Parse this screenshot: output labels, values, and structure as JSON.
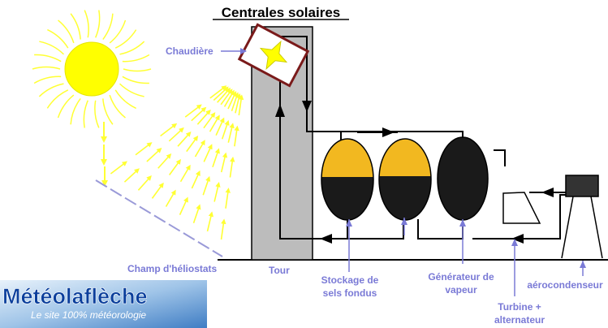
{
  "title": "Centrales solaires",
  "labels": {
    "boiler": "Chaudière",
    "heliostat_field": "Champ d'héliostats",
    "tower": "Tour",
    "storage_line1": "Stockage de",
    "storage_line2": "sels fondus",
    "steam_gen_line1": "Générateur de",
    "steam_gen_line2": "vapeur",
    "turbine_line1": "Turbine +",
    "turbine_line2": "alternateur",
    "aircondenser": "aérocondenseur"
  },
  "logo": {
    "name": "Météolaflèche",
    "tagline": "Le site 100% météorologie"
  },
  "colors": {
    "sun": "#ffff00",
    "rays": "#ffff33",
    "salt": "#f2b820",
    "tank_dark": "#1a1a1a",
    "tower": "#bcbcbc",
    "label": "#7a7ad6",
    "heliostat": "#9a9ad8"
  }
}
